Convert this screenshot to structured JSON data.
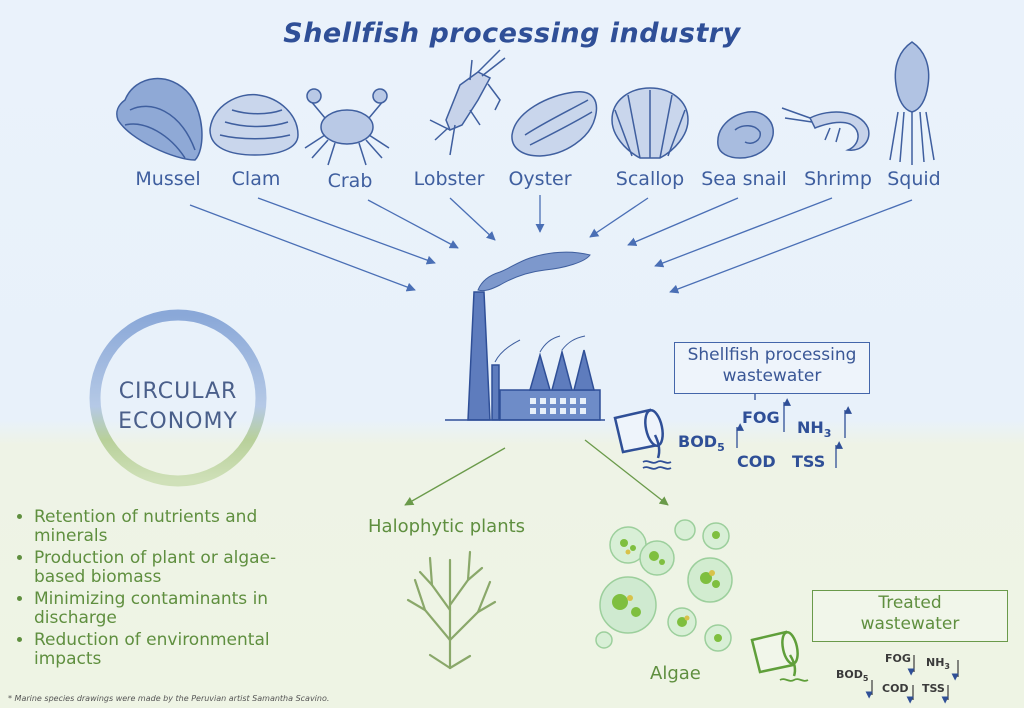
{
  "title": "Shellfish processing industry",
  "species": [
    "Mussel",
    "Clam",
    "Crab",
    "Lobster",
    "Oyster",
    "Scallop",
    "Sea snail",
    "Shrimp",
    "Squid"
  ],
  "circular_economy": {
    "line1": "CIRCULAR",
    "line2": "ECONOMY"
  },
  "benefits": [
    {
      "line1": "Retention of nutrients and",
      "line2": "minerals"
    },
    {
      "line1": "Production of plant or algae-",
      "line2": "based biomass"
    },
    {
      "line1": "Minimizing contaminants in",
      "line2": "discharge"
    },
    {
      "line1": "Reduction of environmental",
      "line2": "impacts"
    }
  ],
  "wastewater_box": {
    "line1": "Shellfish processing",
    "line2": "wastewater"
  },
  "wastewater_params": {
    "fog": "FOG",
    "nh": "NH",
    "nh_sub": "3",
    "bod": "BOD",
    "bod_sub": "5",
    "cod": "COD",
    "tss": "TSS"
  },
  "halophytic_label": "Halophytic plants",
  "algae_label": "Algae",
  "treated_box": {
    "line1": "Treated",
    "line2": "wastewater"
  },
  "treated_params": {
    "fog": "FOG",
    "nh": "NH",
    "nh_sub": "3",
    "bod": "BOD",
    "bod_sub": "5",
    "cod": "COD",
    "tss": "TSS"
  },
  "footnote": "* Marine species drawings were made by the Peruvian artist Samantha Scavino.",
  "colors": {
    "blue": "#2f4f97",
    "green": "#5f8f3f",
    "upper_bg": "#e8f1fa",
    "lower_bg": "#eef4e4"
  }
}
